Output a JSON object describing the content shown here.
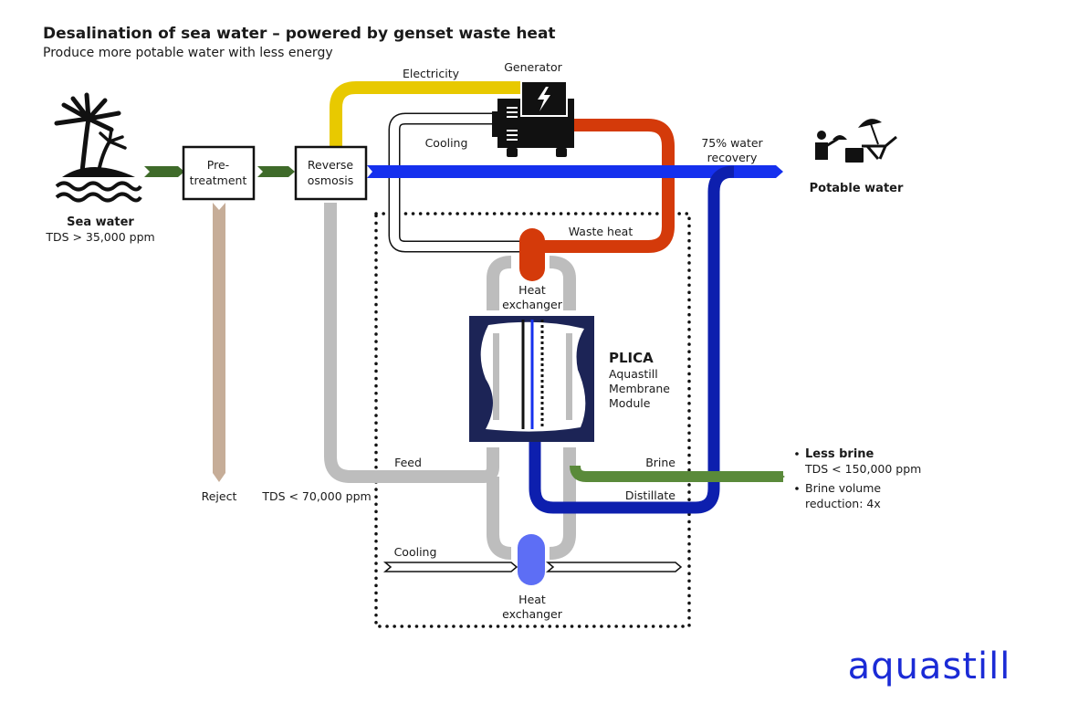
{
  "header": {
    "title": "Desalination of sea water – powered by genset waste heat",
    "subtitle": "Produce more potable water with less energy"
  },
  "nodes": {
    "sea_water": {
      "label": "Sea water",
      "detail": "TDS > 35,000 ppm",
      "icon": "island-palm-icon"
    },
    "pretreatment": {
      "line1": "Pre-",
      "line2": "treatment"
    },
    "reverse_osmosis": {
      "line1": "Reverse",
      "line2": "osmosis"
    },
    "generator": {
      "label": "Generator",
      "icon": "generator-icon"
    },
    "potable_water": {
      "label": "Potable water",
      "icon": "resort-icon"
    },
    "heat_exchanger_top": {
      "line1": "Heat",
      "line2": "exchanger"
    },
    "heat_exchanger_bottom": {
      "line1": "Heat",
      "line2": "exchanger"
    },
    "plica": {
      "name": "PLICA",
      "line1": "Aquastill",
      "line2": "Membrane",
      "line3": "Module"
    }
  },
  "flows": {
    "electricity": "Electricity",
    "cooling_top": "Cooling",
    "cooling_bottom": "Cooling",
    "waste_heat": "Waste heat",
    "recovery_line1": "75% water",
    "recovery_line2": "recovery",
    "feed": "Feed",
    "reject": "Reject",
    "ro_brine_tds": "TDS < 70,000 ppm",
    "brine": "Brine",
    "distillate": "Distillate"
  },
  "notes": {
    "brine_bullets": [
      {
        "line1": "Less brine",
        "line2": "TDS < 150,000 ppm"
      },
      {
        "line1": "Brine volume",
        "line2": "reduction: 4x"
      }
    ]
  },
  "colors": {
    "sea_flow": "#3f6b2a",
    "reject": "#c6ad98",
    "electricity": "#e8c900",
    "potable": "#1530ee",
    "distillate": "#0d1fae",
    "waste_heat": "#d43a0a",
    "feed": "#bdbdbd",
    "brine": "#5a8a3a",
    "module": "#1c2456",
    "hx_cold": "#5d6ef5",
    "logo": "#1b2bd6"
  },
  "logo": {
    "text": "aquastill"
  }
}
